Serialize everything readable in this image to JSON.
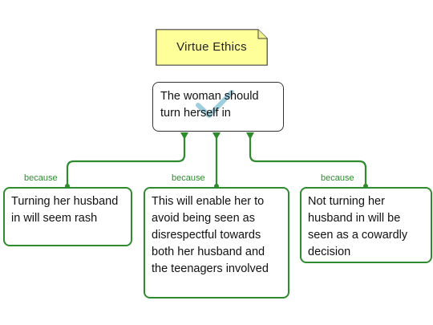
{
  "note": {
    "title": "Virtue Ethics"
  },
  "claim": {
    "text": "The woman should turn herself in"
  },
  "reasons": [
    {
      "connector": "because",
      "text": "Turning her husband in will seem rash"
    },
    {
      "connector": "because",
      "text": "This will enable her to avoid being seen as disrespectful towards both her husband and the teenagers involved"
    },
    {
      "connector": "because",
      "text": "Not turning her husband in will be seen as a cowardly decision"
    }
  ],
  "colors": {
    "note_fill": "#ffff99",
    "connector": "#2e8b2e",
    "check_mark": "#8ec7d6"
  },
  "icons": {
    "claim_mark": "check-mark-icon"
  }
}
